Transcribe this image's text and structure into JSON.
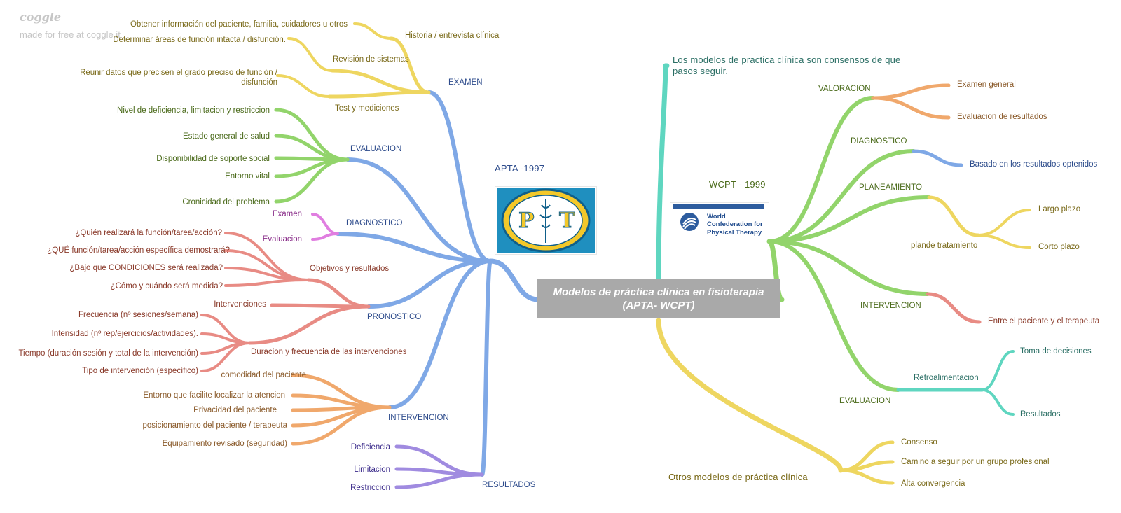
{
  "brand": {
    "name": "coggle",
    "subtitle": "made for free at coggle.it"
  },
  "central": {
    "line1": "Modelos de práctica clínica en fisioterapia",
    "line2": "(APTA- WCPT)"
  },
  "colors": {
    "central_box": "#a9a9a9",
    "blue": "#7fa8e6",
    "yellow": "#eed660",
    "green": "#92d46b",
    "pink": "#e07ee0",
    "red": "#e88b84",
    "orange": "#f0a86c",
    "purple": "#a08be0",
    "teal": "#5fd6c0"
  },
  "left": {
    "root": "APTA -1997",
    "logo_alt": "American Physical Therapy Association",
    "examen": {
      "title": "EXAMEN",
      "historia": "Historia / entrevista clínica",
      "historia_item": "Obtener información del paciente, familia, cuidadores u otros",
      "revision": "Revisión de sistemas",
      "revision_item": "Determinar áreas de función intacta / disfunción.",
      "test": "Test y mediciones",
      "test_item": "Reunir datos que precisen el grado preciso de función / disfunción"
    },
    "evaluacion": {
      "title": "EVALUACION",
      "items": [
        "Nivel de deficiencia, limitacion y restriccion",
        "Estado general de salud",
        "Disponibilidad de soporte social",
        "Entorno vital",
        "Cronicidad del problema"
      ]
    },
    "diagnostico": {
      "title": "DIAGNOSTICO",
      "items": [
        "Examen",
        "Evaluacion"
      ]
    },
    "pronostico": {
      "title": "PRONOSTICO",
      "objetivos": "Objetivos y resultados",
      "objetivos_items": [
        "¿Quién realizará la función/tarea/acción?",
        "¿QUÉ función/tarea/acción específica demostrará?",
        "¿Bajo que CONDICIONES será realizada?",
        "¿Cómo y cuándo será medida?"
      ],
      "intervenciones": "Intervenciones",
      "duracion": "Duracion y frecuencia de las intervenciones",
      "duracion_items": [
        "Frecuencia (nº sesiones/semana)",
        "Intensidad (nº rep/ejercicios/actividades).",
        "Tiempo (duración sesión y total de la intervención)",
        "Tipo de intervención (específico)"
      ]
    },
    "intervencion": {
      "title": "INTERVENCION",
      "items": [
        "comodidad del paciente",
        "Entorno que facilite localizar la atencion",
        "Privacidad del paciente",
        "posicionamiento del paciente / terapeuta",
        "Equipamiento revisado (seguridad)"
      ]
    },
    "resultados": {
      "title": "RESULTADOS",
      "items": [
        "Deficiencia",
        "Limitacion",
        "Restriccion"
      ]
    }
  },
  "right": {
    "intro": "Los modelos de practica clínica son consensos de que pasos seguir.",
    "root": "WCPT - 1999",
    "logo_text": "World Confederation for Physical Therapy",
    "valoracion": {
      "title": "VALORACION",
      "items": [
        "Examen general",
        "Evaluacion de resultados"
      ]
    },
    "diagnostico": {
      "title": "DIAGNOSTICO",
      "items": [
        "Basado en los resultados optenidos"
      ]
    },
    "planeamiento": {
      "title": "PLANEAMIENTO",
      "sub": "plande tratamiento",
      "items": [
        "Largo plazo",
        "Corto plazo"
      ]
    },
    "intervencion": {
      "title": "INTERVENCION",
      "items": [
        "Entre el paciente y el terapeuta"
      ]
    },
    "evaluacion": {
      "title": "EVALUACION",
      "sub": "Retroalimentacion",
      "items": [
        "Toma de decisiones",
        "Resultados"
      ]
    },
    "otros": {
      "title": "Otros modelos de práctica clínica",
      "items": [
        "Consenso",
        "Camino a seguir por un grupo profesional",
        "Alta convergencia"
      ]
    }
  }
}
